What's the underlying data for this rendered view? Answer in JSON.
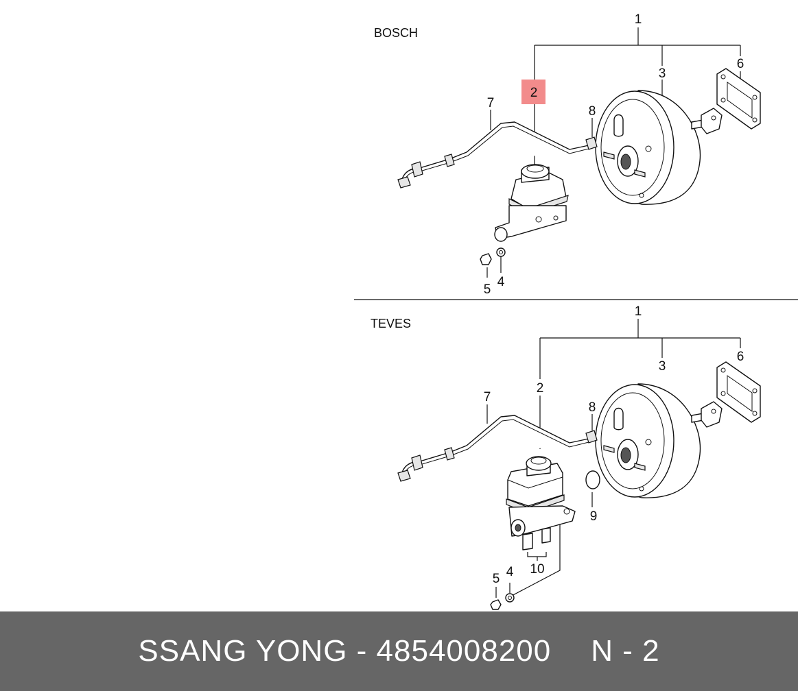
{
  "sections": [
    {
      "label": "BOSCH",
      "callouts": {
        "c1": "1",
        "c2": "2",
        "c3": "3",
        "c4": "4",
        "c5": "5",
        "c6": "6",
        "c7": "7",
        "c8": "8"
      },
      "highlight_color": "#f28b8b"
    },
    {
      "label": "TEVES",
      "callouts": {
        "c1": "1",
        "c2": "2",
        "c3": "3",
        "c4": "4",
        "c5": "5",
        "c6": "6",
        "c7": "7",
        "c8": "8",
        "c9": "9",
        "c10": "10"
      }
    }
  ],
  "footer": {
    "part_text": "SSANG YONG - 4854008200",
    "page_text": "N - 2",
    "background": "#666666"
  }
}
